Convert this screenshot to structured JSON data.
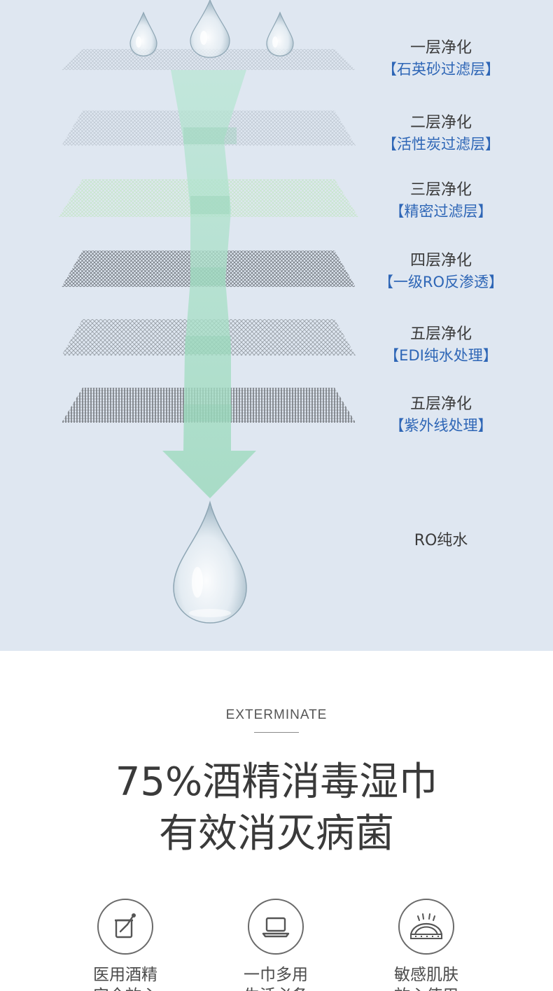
{
  "layers": [
    {
      "title": "一层净化",
      "desc": "【石英砂过滤层】"
    },
    {
      "title": "二层净化",
      "desc": "【活性炭过滤层】"
    },
    {
      "title": "三层净化",
      "desc": "【精密过滤层】"
    },
    {
      "title": "四层净化",
      "desc": "【一级RO反渗透】"
    },
    {
      "title": "五层净化",
      "desc": "【EDI纯水处理】"
    },
    {
      "title": "五层净化",
      "desc": "【紫外线处理】"
    }
  ],
  "result_label": "RO纯水",
  "section": {
    "eyebrow": "EXTERMINATE",
    "headline_line1": "75%酒精消毒湿巾",
    "headline_line2": "有效消灭病菌"
  },
  "features": [
    {
      "icon": "alcohol-beaker-icon",
      "line1": "医用酒精",
      "line2": "安全放心"
    },
    {
      "icon": "laptop-icon",
      "line1": "一巾多用",
      "line2": "生活必备"
    },
    {
      "icon": "skin-layer-icon",
      "line1": "敏感肌肤",
      "line2": "放心使用"
    }
  ],
  "colors": {
    "background": "#dfe7f1",
    "label_blue": "#2e66b6",
    "flow_green": "#a9dfc8"
  }
}
